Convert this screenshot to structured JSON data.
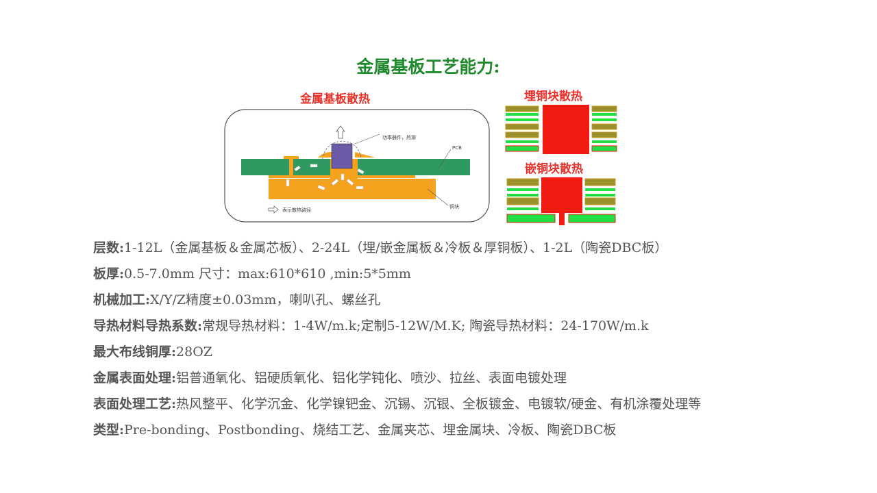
{
  "title": "金属基板工艺能力:",
  "figures": {
    "left_caption": "金属基板散热",
    "right_top_caption": "埋铜块散热",
    "right_bottom_caption": "嵌铜块散热",
    "labels": {
      "component": "功率器件，热源",
      "pcb": "PCB",
      "copper_block": "铜块",
      "legend": "表示散热路径"
    },
    "colors": {
      "pcb_green": "#2e9a62",
      "copper_orange": "#f5a21e",
      "chip_purple": "#6a5aa8",
      "heat_red": "#f21b12",
      "layer_olive": "#9a8f2a",
      "layer_green": "#22dd44"
    }
  },
  "specs": [
    {
      "label": "层数:",
      "value": "1-12L（金属基板＆金属芯板）、2-24L（埋/嵌金属板＆冷板＆厚铜板）、1-2L（陶瓷DBC板）"
    },
    {
      "label": "板厚:",
      "value": "0.5-7.0mm 尺寸：max:610*610 ,min:5*5mm"
    },
    {
      "label": "机械加工:",
      "value": "X/Y/Z精度±0.03mm，喇叭孔、螺丝孔"
    },
    {
      "label": "导热材料导热系数:",
      "value": "常规导热材料：1-4W/m.k;定制5-12W/M.K; 陶瓷导热材料：24-170W/m.k"
    },
    {
      "label": "最大布线铜厚:",
      "value": "28OZ"
    },
    {
      "label": "金属表面处理:",
      "value": "铝普通氧化、铝硬质氧化、铝化学钝化、喷沙、拉丝、表面电镀处理"
    },
    {
      "label": "表面处理工艺:",
      "value": "热风整平、化学沉金、化学镍钯金、沉锡、沉银、全板镀金、电镀软/硬金、有机涂覆处理等"
    },
    {
      "label": "类型:",
      "value": "Pre-bonding、Postbonding、烧结工艺、金属夹芯、埋金属块、冷板、陶瓷DBC板"
    }
  ]
}
